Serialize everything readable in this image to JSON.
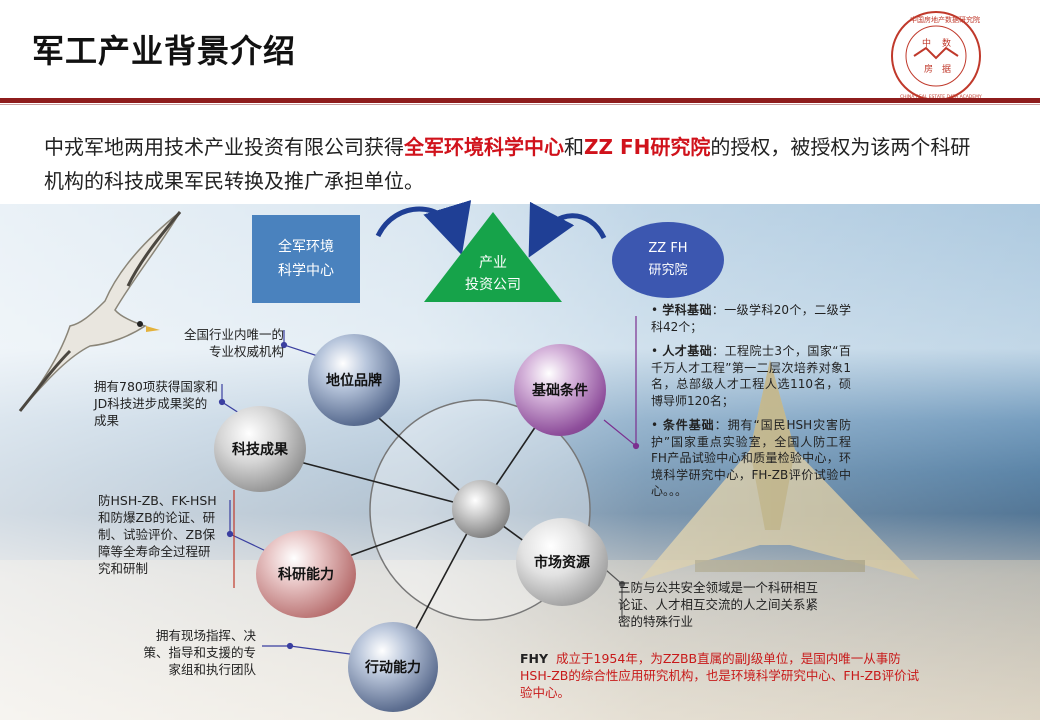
{
  "header": {
    "title": "军工产业背景介绍",
    "logo_text": "中国房地产数据研究院",
    "logo_chars": [
      "中",
      "数",
      "房",
      "据"
    ],
    "logo_en": "CHINA REAL ESTATE DATA ACADEMY"
  },
  "intro": {
    "text_before": "中戎军地两用技术产业投资有限公司获得",
    "highlight1": "全军环境科学中心",
    "text_mid": "和",
    "highlight2": "ZZ FH研究院",
    "text_after": "的授权，被授权为该两个科研机构的科技成果军民转换及推广承担单位。"
  },
  "top_diagram": {
    "left_box": [
      "全军环境",
      "科学中心"
    ],
    "center_triangle": [
      "产业",
      "投资公司"
    ],
    "right_circle": [
      "ZZ FH",
      "研究院"
    ],
    "colors": {
      "left_box": "#4a82be",
      "triangle": "#16a34a",
      "right_circle": "#3c57b0",
      "arrows": "#1f3f95"
    }
  },
  "nodes": {
    "brand": "地位品牌",
    "tech": "科技成果",
    "research": "科研能力",
    "action": "行动能力",
    "basis": "基础条件",
    "market": "市场资源"
  },
  "notes": {
    "brand": "全国行业内唯一的专业权威机构",
    "tech": "拥有780项获得国家和JD科技进步成果奖的成果",
    "research": "防HSH-ZB、FK-HSH和防爆ZB的论证、研制、试验评价、ZB保障等全寿命全过程研究和研制",
    "action": "拥有现场指挥、决策、指导和支援的专家组和执行团队",
    "market": "三防与公共安全领域是一个科研相互论证、人才相互交流的人之间关系紧密的特殊行业"
  },
  "basis_panel": [
    {
      "label": "学科基础",
      "text": "：一级学科20个，二级学科42个；"
    },
    {
      "label": "人才基础",
      "text": "：工程院士3个，国家“百千万人才工程”第一二层次培养对象1名，总部级人才工程人选110名，硕博导师120名；"
    },
    {
      "label": "条件基础",
      "text": "：拥有“国民HSH灾害防护”国家重点实验室，全国人防工程FH产品试验中心和质量检验中心，环境科学研究中心，FH-ZB评价试验中心。。。"
    }
  ],
  "fhy": {
    "label": "FHY",
    "text": "成立于1954年，为ZZBB直属的副J级单位，是国内唯一从事防HSH-ZB的综合性应用研究机构，也是环境科学研究中心、FH-ZB评价试验中心。"
  }
}
